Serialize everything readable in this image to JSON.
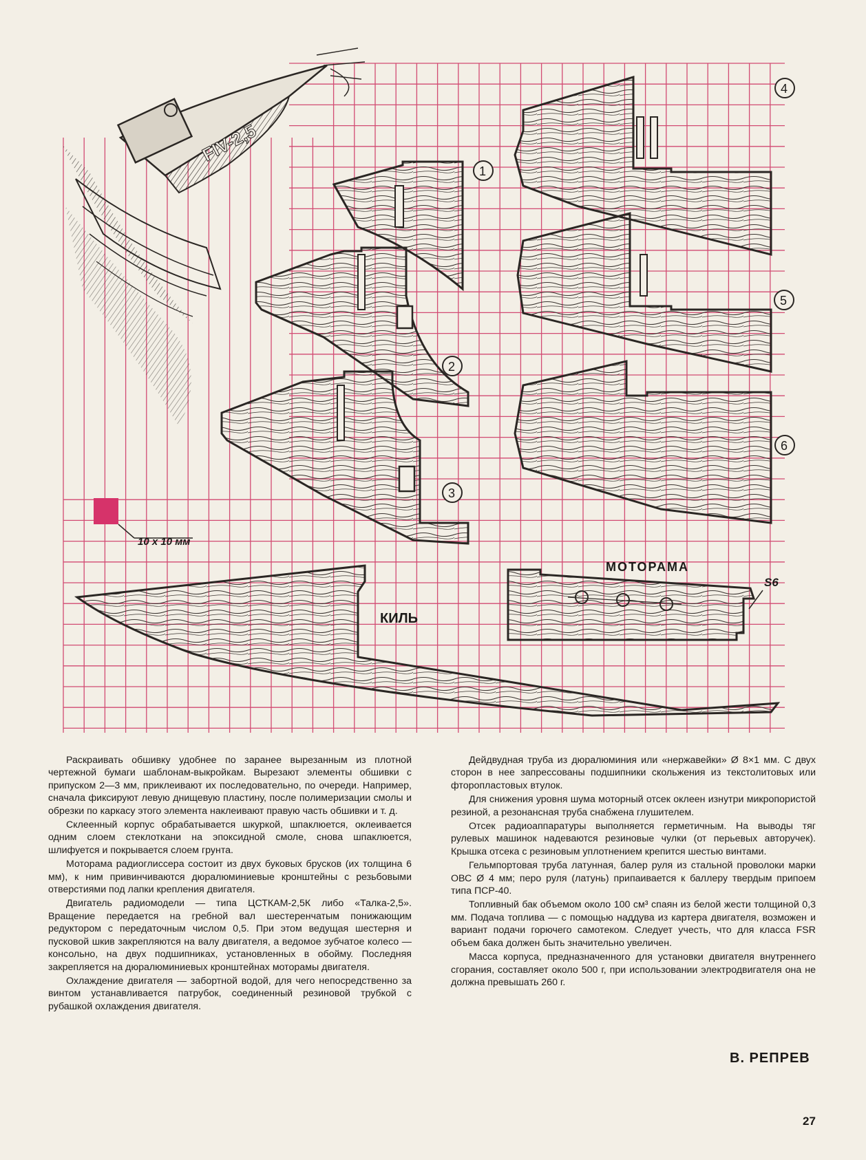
{
  "figure": {
    "boat_marking": "FIV-2,5",
    "part_numbers": [
      "1",
      "2",
      "3",
      "4",
      "5",
      "6"
    ],
    "scale_label": "10 x 10 мм",
    "keel_label": "КИЛЬ",
    "motor_frame_label": "МОТОРАМА",
    "thickness_label": "S6",
    "grid_color": "#d24a72",
    "scale_square_color": "#d6336a",
    "outline_color": "#2a2623"
  },
  "article": {
    "left_paragraphs": [
      "Раскраивать обшивку удобнее по заранее вырезанным из плотной чертежной бумаги шаблонам-выкройкам. Вырезают элементы обшивки с припуском 2—3 мм, приклеивают их последовательно, по очереди. Например, сначала фиксируют левую днищевую пластину, после полимеризации смолы и обрезки по каркасу этого элемента наклеивают правую часть обшивки и т. д.",
      "Склеенный корпус обрабатывается шкуркой, шпаклюется, оклеивается одним слоем стеклоткани на эпоксидной смоле, снова шпаклюется, шлифуется и покрывается слоем грунта.",
      "Моторама радиоглиссера состоит из двух буковых брусков (их толщина 6 мм), к ним привинчиваются дюралюминиевые кронштейны с резьбовыми отверстиями под лапки крепления двигателя.",
      "Двигатель радиомодели — типа ЦСТКАМ-2,5К либо «Талка-2,5». Вращение передается на гребной вал шестеренчатым понижающим редуктором с передаточным числом 0,5. При этом ведущая шестерня и пусковой шкив закрепляются на валу двигателя, а ведомое зубчатое колесо — консольно, на двух подшипниках, установленных в обойму. Последняя закрепляется на дюралюминиевых кронштейнах моторамы двигателя.",
      "Охлаждение двигателя — забортной водой, для чего непосредственно за винтом устанавливается патрубок, соединенный резиновой трубкой с рубашкой охлаждения двигателя."
    ],
    "right_paragraphs": [
      "Дейдвудная труба из дюралюминия или «нержавейки» Ø 8×1 мм. С двух сторон в нее запрессованы подшипники скольжения из текстолитовых или фторопластовых втулок.",
      "Для снижения уровня шума моторный отсек оклеен изнутри микропористой резиной, а резонансная труба снабжена глушителем.",
      "Отсек радиоаппаратуры выполняется герметичным. На выводы тяг рулевых машинок надеваются резиновые чулки (от перьевых авторучек). Крышка отсека с резиновым уплотнением крепится шестью винтами.",
      "Гельмпортовая труба латунная, балер руля из стальной проволоки марки ОВС Ø 4 мм; перо руля (латунь) припаивается к баллеру твердым припоем типа ПСР-40.",
      "Топливный бак объемом около 100 см³ спаян из белой жести толщиной 0,3 мм. Подача топлива — с помощью наддува из картера двигателя, возможен и вариант подачи горючего самотеком. Следует учесть, что для класса FSR объем бака должен быть значительно увеличен.",
      "Масса корпуса, предназначенного для установки двигателя внутреннего сгорания, составляет около 500 г, при использовании электродвигателя она не должна превышать 260 г."
    ],
    "author": "В. РЕПРЕВ",
    "page_number": "27"
  }
}
